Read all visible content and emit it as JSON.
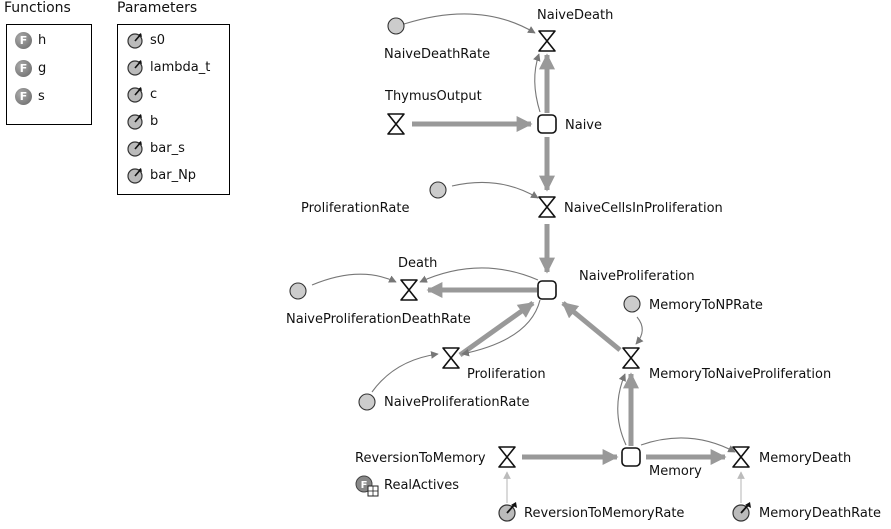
{
  "functions_panel": {
    "title": "Functions",
    "items": [
      "h",
      "g",
      "s"
    ],
    "icon_letter": "F"
  },
  "parameters_panel": {
    "title": "Parameters",
    "items": [
      "s0",
      "lambda_t",
      "c",
      "b",
      "bar_s",
      "bar_Np"
    ]
  },
  "diagram": {
    "flows": {
      "naive_death": "NaiveDeath",
      "thymus_output": "ThymusOutput",
      "naive_cells_in_proliferation": "NaiveCellsInProliferation",
      "death": "Death",
      "proliferation": "Proliferation",
      "memory_to_naive_proliferation": "MemoryToNaiveProliferation",
      "reversion_to_memory": "ReversionToMemory",
      "memory_death": "MemoryDeath"
    },
    "stocks": {
      "naive": "Naive",
      "naive_proliferation": "NaiveProliferation",
      "memory": "Memory"
    },
    "rates": {
      "naive_death_rate": "NaiveDeathRate",
      "proliferation_rate": "ProliferationRate",
      "naive_proliferation_death_rate": "NaiveProliferationDeathRate",
      "naive_proliferation_rate": "NaiveProliferationRate",
      "memory_to_np_rate": "MemoryToNPRate"
    },
    "parameters": {
      "reversion_to_memory_rate": "ReversionToMemoryRate",
      "memory_death_rate": "MemoryDeathRate"
    },
    "functions": {
      "real_actives": "RealActives"
    }
  }
}
